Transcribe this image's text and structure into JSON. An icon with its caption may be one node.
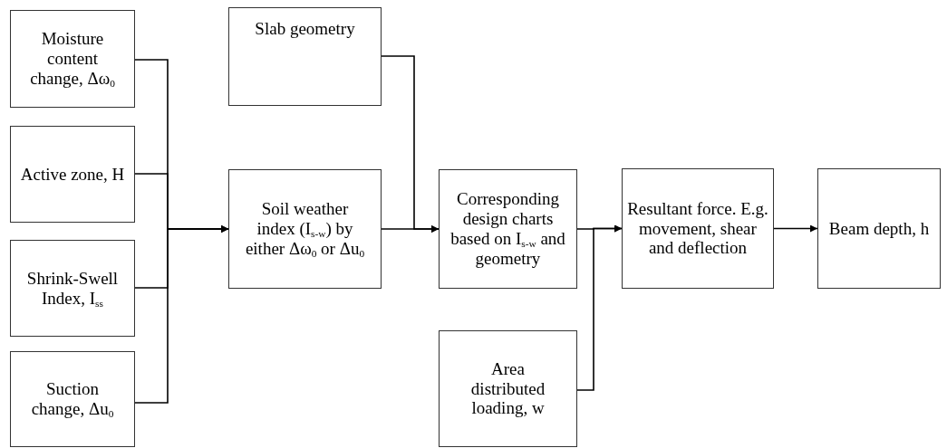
{
  "diagram": {
    "nodes": [
      {
        "text": [
          "Moisture content change, Δω$_{0}$"
        ]
      },
      {
        "text": [
          "Active zone, H"
        ]
      },
      {
        "text": [
          "Shrink-Swell Index, I$_{ss}$"
        ]
      },
      {
        "text": [
          "Suction change, Δu$_{0}$"
        ]
      },
      {
        "text": [
          "Slab geometry"
        ]
      },
      {
        "text": [
          "Soil weather index (I$_{s-w}$) by either Δω$_{0}$ or Δu$_{0}$"
        ]
      },
      {
        "text": [
          "Corresponding design charts based on I$_{s-w}$ and geometry"
        ]
      },
      {
        "text": [
          "Area distributed loading, w"
        ]
      },
      {
        "text": [
          "Resultant force. E.g. movement, shear and deflection"
        ]
      },
      {
        "text": [
          "Beam depth, h"
        ]
      }
    ],
    "edges": [
      {
        "from": 0,
        "to": 5,
        "arrow": "to"
      },
      {
        "from": 1,
        "to": 5,
        "arrow": "to"
      },
      {
        "from": 2,
        "to": 5,
        "arrow": "to"
      },
      {
        "from": 3,
        "to": 5,
        "arrow": "to"
      },
      {
        "from": 5,
        "to": 6,
        "arrow": "to"
      },
      {
        "from": 4,
        "to": 6,
        "arrow": "to"
      },
      {
        "from": 6,
        "to": 8,
        "arrow": "to"
      },
      {
        "from": 7,
        "to": 8,
        "arrow": "to"
      },
      {
        "from": 8,
        "to": 9,
        "arrow": "to"
      }
    ]
  }
}
